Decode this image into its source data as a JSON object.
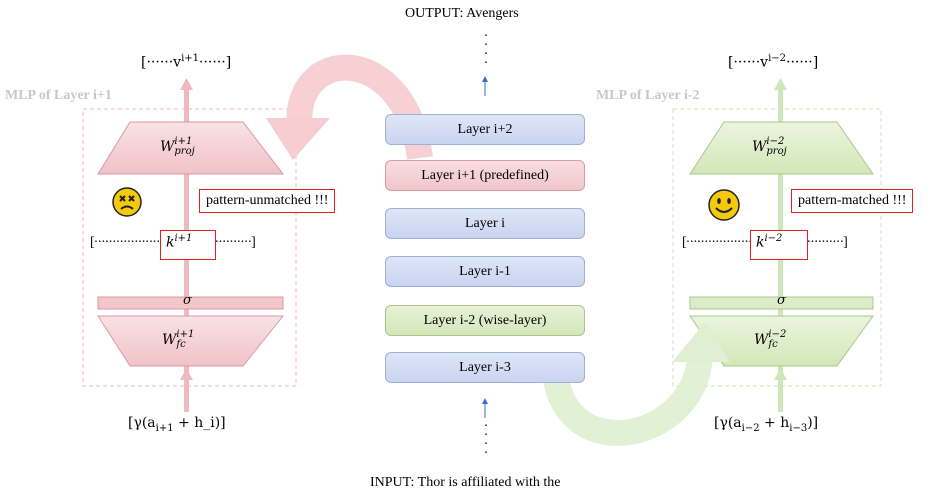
{
  "output_label": "OUTPUT: Avengers",
  "input_label": "INPUT: Thor is affiliated with the",
  "layers": [
    {
      "label": "Layer i+2",
      "state": "normal"
    },
    {
      "label": "Layer i+1 (predefined)",
      "state": "predefined"
    },
    {
      "label": "Layer i",
      "state": "normal"
    },
    {
      "label": "Layer i-1",
      "state": "normal"
    },
    {
      "label": "Layer i-2 (wise-layer)",
      "state": "wise"
    },
    {
      "label": "Layer i-3",
      "state": "normal"
    }
  ],
  "left_mlp": {
    "title": "MLP of Layer i+1",
    "output_vector": "[······v^{i+1}······]",
    "proj_label": "W^{i+1}_{proj}",
    "sigma": "σ",
    "fc_label": "W^{i+1}_{fc}",
    "key_label": "k^{i+1}",
    "input_expr": "[γ(a_{i+1} + h_i)]",
    "callout": "pattern-unmatched !!!",
    "emoji": "unhappy-face"
  },
  "right_mlp": {
    "title": "MLP of Layer i-2",
    "output_vector": "[······v^{i−2}······]",
    "proj_label": "W^{i−2}_{proj}",
    "sigma": "σ",
    "fc_label": "W^{i−2}_{fc}",
    "key_label": "k^{i−2}",
    "input_expr": "[γ(a_{i−2} + h_{i−3})]",
    "callout": "pattern-matched !!!",
    "emoji": "happy-face"
  },
  "colors": {
    "layer_blue": "#c9d4f0",
    "predefined_red": "#f1c6cb",
    "wise_green": "#d3e7bb",
    "red_arrow": "#f2b8c0",
    "green_arrow": "#cfe6bb",
    "callout_border": "#e02020",
    "title_gray": "#c8c8c8"
  }
}
